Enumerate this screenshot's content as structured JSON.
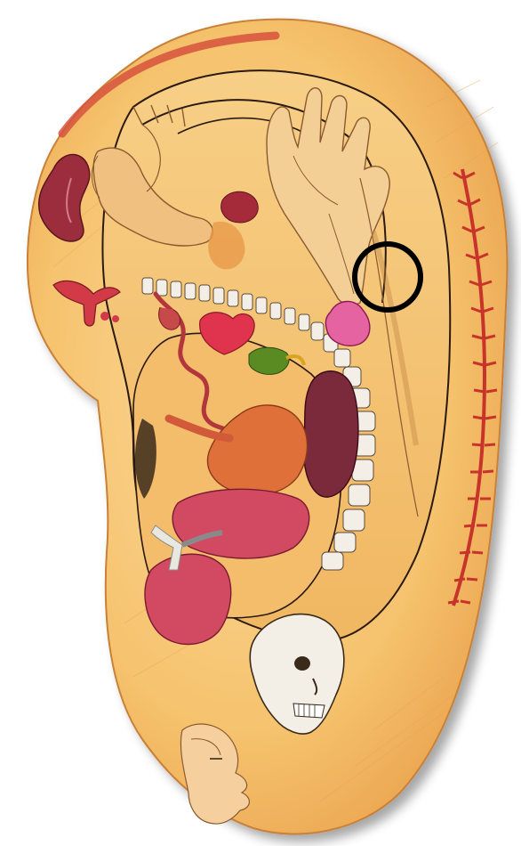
{
  "diagram": {
    "kind": "auricular-reflexology-ear-map",
    "background_color": "#ffffff",
    "ear_skin_color": "#f6c36e",
    "ear_edge_color": "#e79a45",
    "outline_color": "#2a1a10",
    "organ_red": "#c8324a",
    "organ_pink": "#e46a86",
    "bone_color": "#f3efe6",
    "gallbladder_green": "#5a8a22",
    "highlight_marker": {
      "shape": "circle",
      "stroke_color": "#000000",
      "fill": "none"
    },
    "regions": [
      "foot",
      "hand",
      "kidney-upper",
      "uterus",
      "spine-vertebrae",
      "spine-helix-nerve",
      "intestines",
      "stomach",
      "gallbladder",
      "liver",
      "heart",
      "lung",
      "trachea",
      "skull",
      "face",
      "thyroid",
      "small-organ-top"
    ]
  }
}
